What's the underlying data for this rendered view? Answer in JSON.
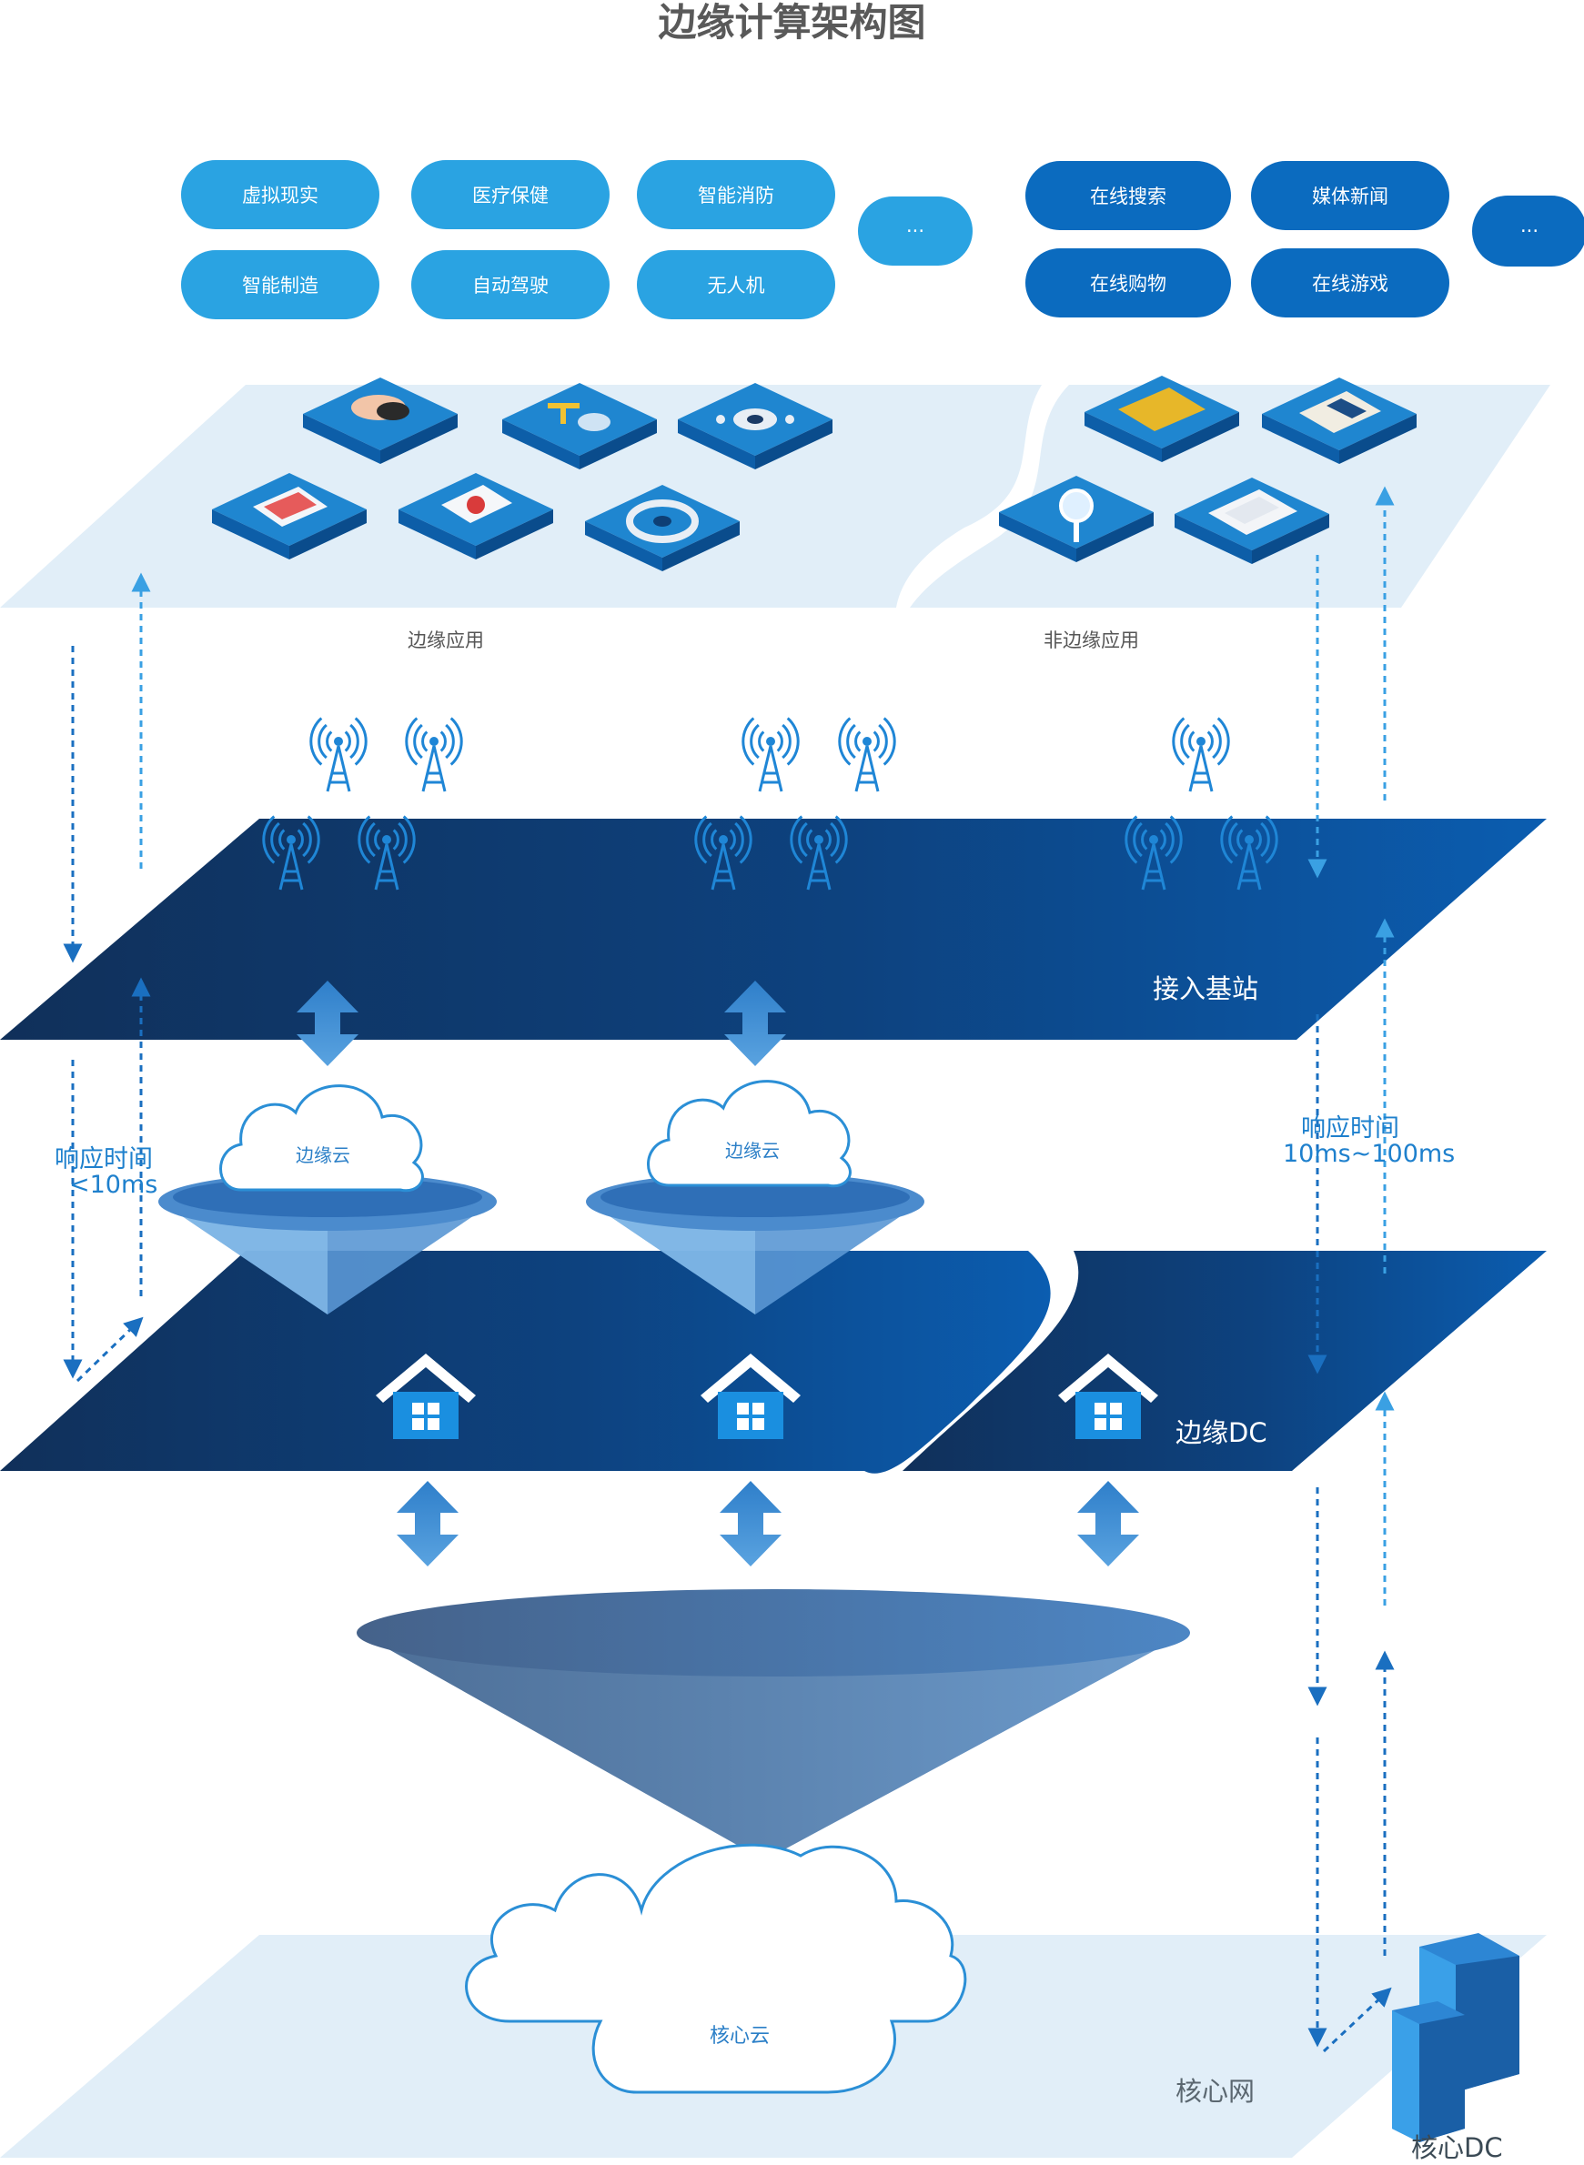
{
  "title": "边缘计算架构图",
  "edge_scenarios": [
    {
      "label": "虚拟现实"
    },
    {
      "label": "医疗保健"
    },
    {
      "label": "智能消防"
    },
    {
      "label": "智能制造"
    },
    {
      "label": "自动驾驶"
    },
    {
      "label": "无人机"
    }
  ],
  "edge_more": "···",
  "non_edge_scenarios": [
    {
      "label": "在线搜索"
    },
    {
      "label": "媒体新闻"
    },
    {
      "label": "在线购物"
    },
    {
      "label": "在线游戏"
    }
  ],
  "non_edge_more": "···",
  "layers": {
    "edge_app": "边缘应用",
    "non_edge_app": "非边缘应用",
    "base_station": "接入基站",
    "edge_cloud": "边缘云",
    "edge_dc": "边缘DC",
    "core_cloud": "核心云",
    "core_net": "核心网",
    "core_dc": "核心DC"
  },
  "latency_left": {
    "line1": "响应时间",
    "line2": "<10ms"
  },
  "latency_right": {
    "line1": "响应时间",
    "line2": "10ms~100ms"
  },
  "colors": {
    "pill_light": "#2aa3e2",
    "pill_dark": "#0b6bbf",
    "plane_light": "#e1eef8",
    "plane_dark_start": "#10325f",
    "plane_dark_end": "#0b5cad",
    "arrow": "#1a78c8",
    "tile": "#1a73bf"
  }
}
